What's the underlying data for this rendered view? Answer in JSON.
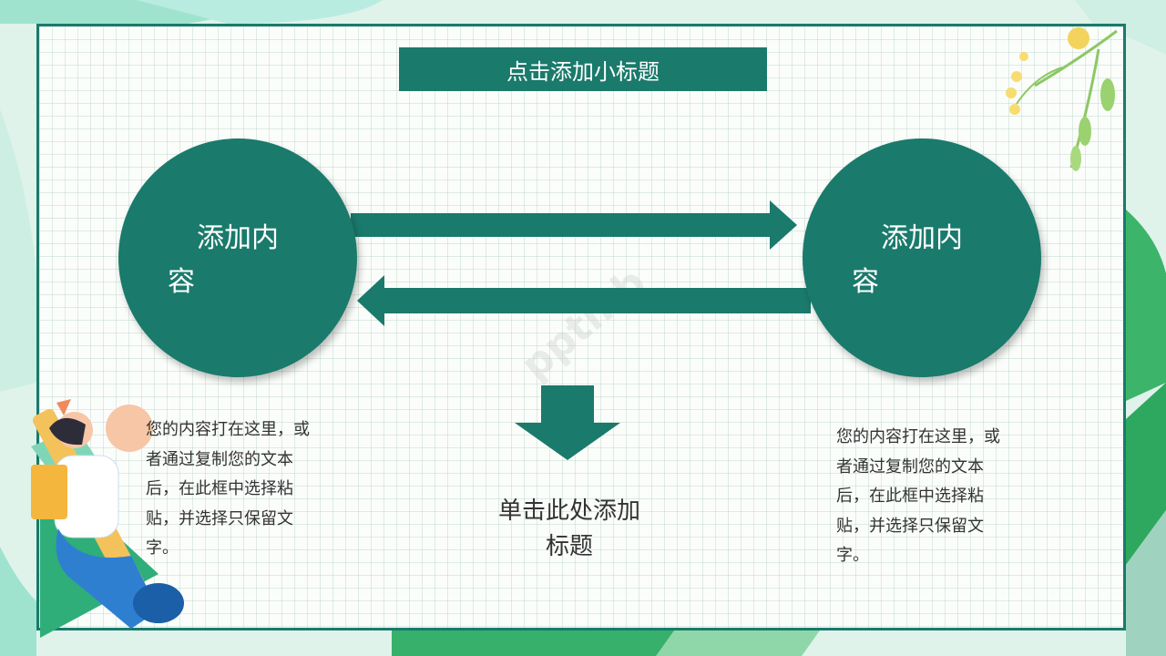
{
  "title": "点击添加小标题",
  "left_circle": {
    "label": "添加内容"
  },
  "right_circle": {
    "label": "添加内容"
  },
  "left_text": "您的内容打在这里，或者通过复制您的文本后，在此框中选择粘贴，并选择只保留文字。",
  "right_text": "您的内容打在这里，或者通过复制您的文本后，在此框中选择粘贴，并选择只保留文字。",
  "center_label": "单击此处添加标题",
  "watermark": "pptmb",
  "colors": {
    "primary": "#1a7a6b",
    "frame": "#1a7a6b",
    "background": "#dff3ea",
    "text": "#333333"
  }
}
